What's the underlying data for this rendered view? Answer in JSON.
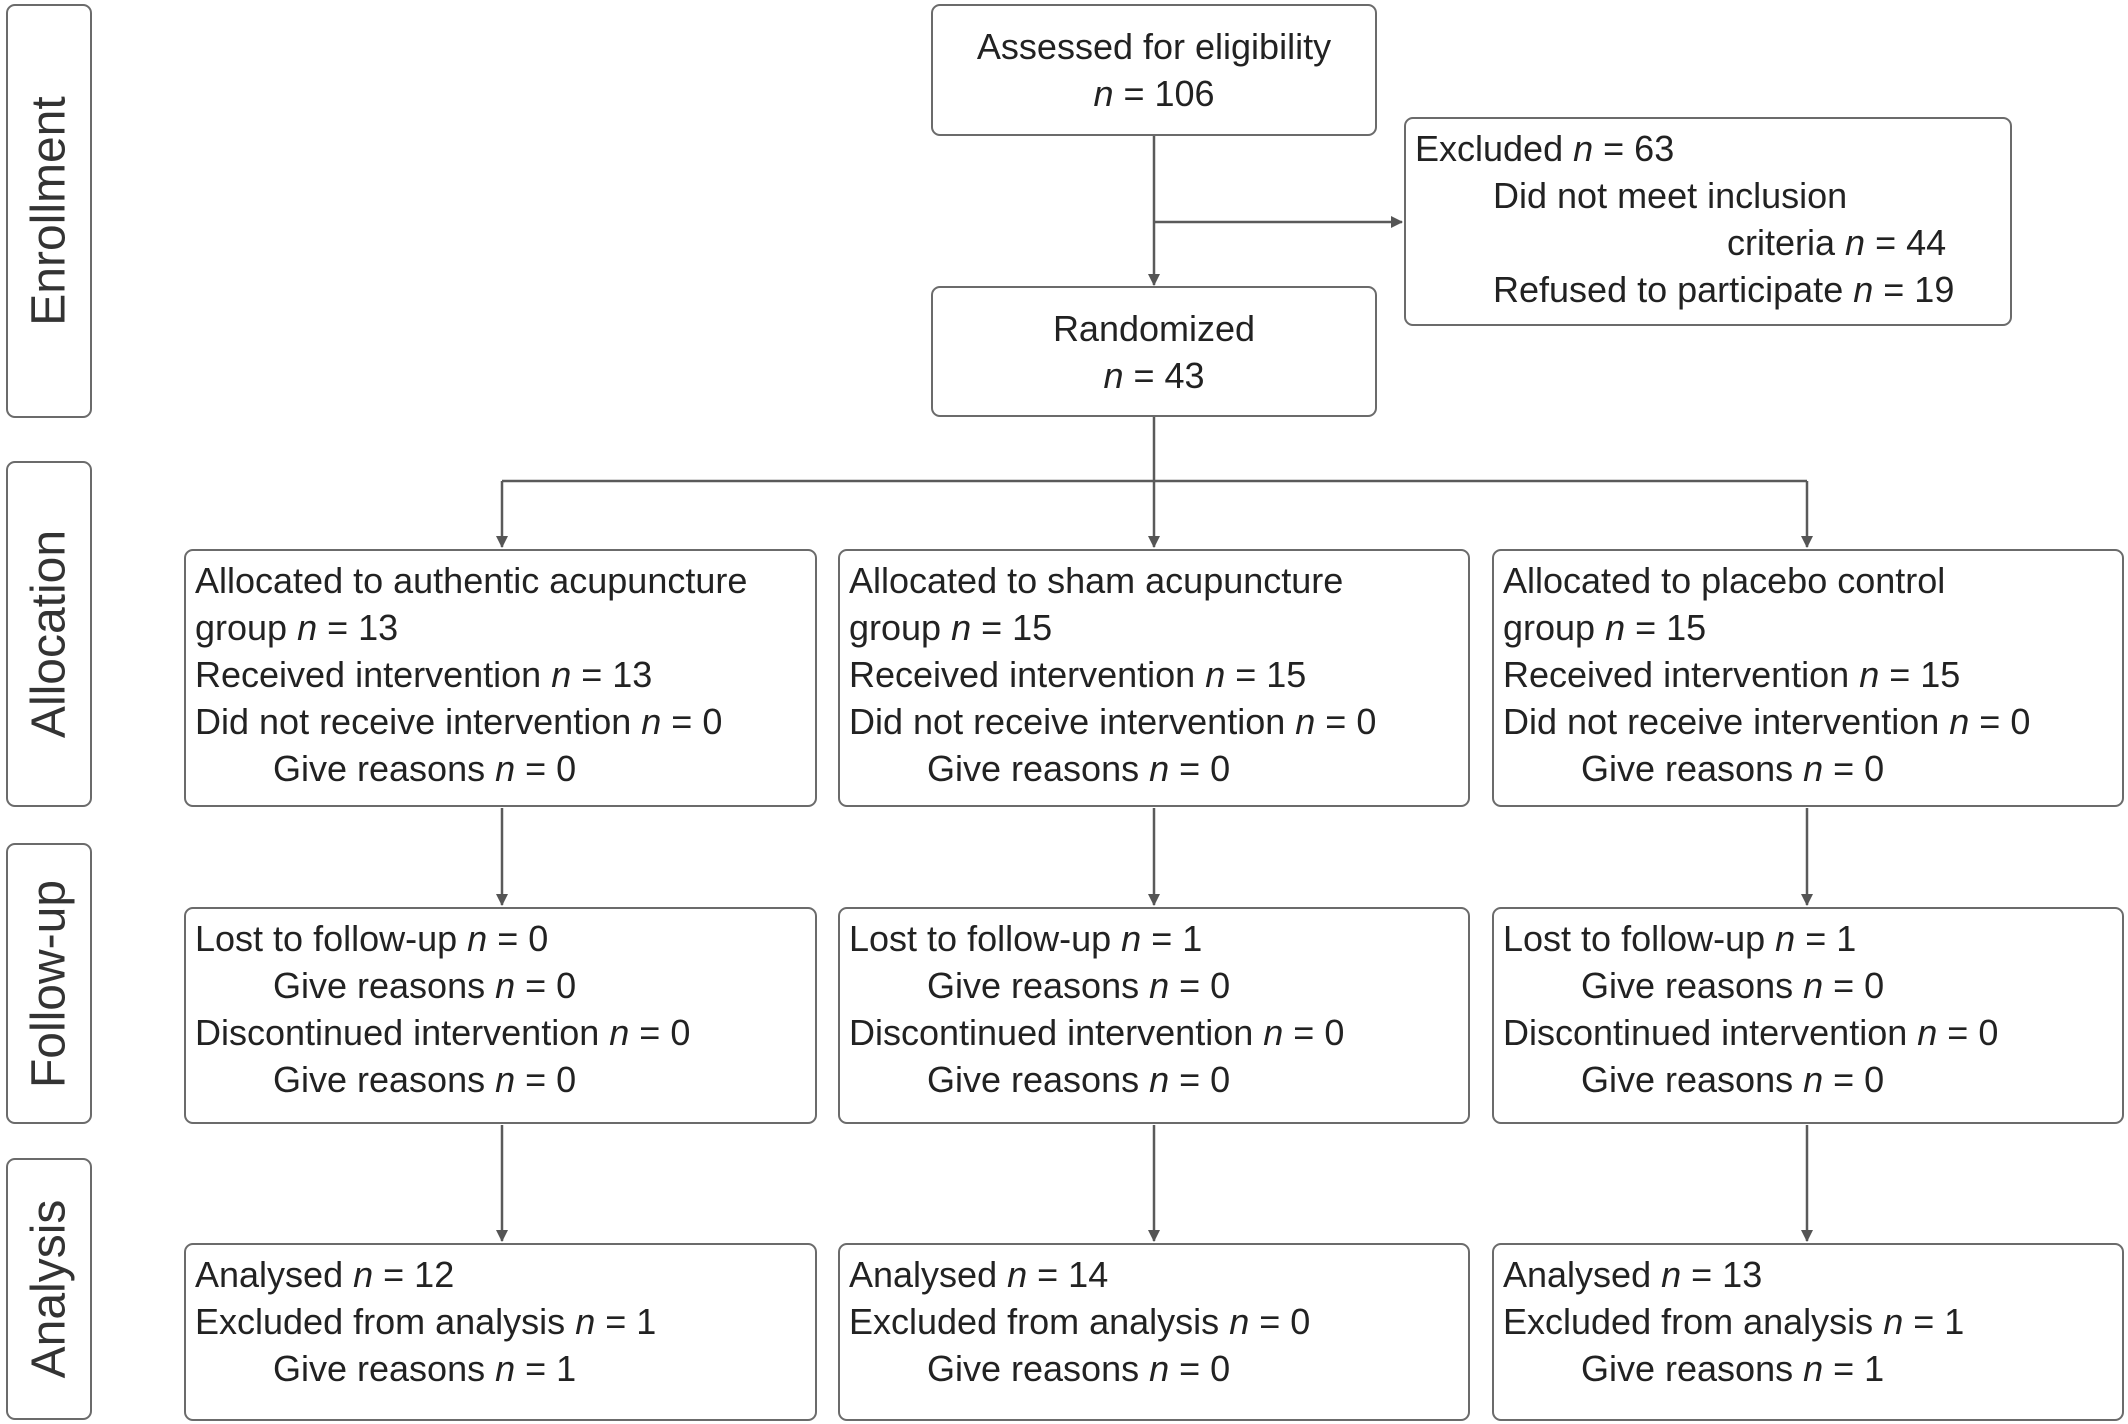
{
  "stages": {
    "enrollment": "Enrollment",
    "allocation": "Allocation",
    "followup": "Follow-up",
    "analysis": "Analysis"
  },
  "assessed": {
    "text": "Assessed for eligibility",
    "n_label": "n",
    "n_value": " = 106"
  },
  "excluded": {
    "title": "Excluded",
    "title_n": " = 63",
    "line1": "Did not meet inclusion",
    "line2": "criteria",
    "line2_n": " = 44",
    "line3": "Refused to participate",
    "line3_n": " = 19"
  },
  "randomized": {
    "text": "Randomized",
    "n_label": "n",
    "n_value": " = 43"
  },
  "n_symbol": "n",
  "groups": [
    {
      "allocation": {
        "line1": "Allocated to authentic acupuncture",
        "line2": "group",
        "line2_n": " = 13",
        "line3": "Received intervention",
        "line3_n": " = 13",
        "line4": "Did not receive intervention",
        "line4_n": " = 0",
        "line5": "Give reasons",
        "line5_n": " = 0"
      },
      "followup": {
        "line1": "Lost to follow-up",
        "line1_n": " = 0",
        "line2": "Give reasons",
        "line2_n": " = 0",
        "line3": "Discontinued intervention",
        "line3_n": " = 0",
        "line4": "Give reasons",
        "line4_n": " = 0"
      },
      "analysis": {
        "line1": "Analysed",
        "line1_n": " = 12",
        "line2": "Excluded from analysis",
        "line2_n": " = 1",
        "line3": "Give reasons",
        "line3_n": " = 1"
      }
    },
    {
      "allocation": {
        "line1": "Allocated to sham acupuncture",
        "line2": "group",
        "line2_n": " = 15",
        "line3": "Received intervention",
        "line3_n": " = 15",
        "line4": "Did not receive intervention",
        "line4_n": " = 0",
        "line5": "Give reasons",
        "line5_n": " = 0"
      },
      "followup": {
        "line1": "Lost to follow-up",
        "line1_n": " = 1",
        "line2": "Give reasons",
        "line2_n": " = 0",
        "line3": "Discontinued intervention",
        "line3_n": " = 0",
        "line4": "Give reasons",
        "line4_n": " = 0"
      },
      "analysis": {
        "line1": "Analysed",
        "line1_n": " = 14",
        "line2": "Excluded from analysis",
        "line2_n": " = 0",
        "line3": "Give reasons",
        "line3_n": " = 0"
      }
    },
    {
      "allocation": {
        "line1": "Allocated to placebo control",
        "line2": "group",
        "line2_n": " = 15",
        "line3": "Received intervention",
        "line3_n": " = 15",
        "line4": "Did not receive intervention",
        "line4_n": " = 0",
        "line5": "Give reasons",
        "line5_n": " = 0"
      },
      "followup": {
        "line1": "Lost to follow-up",
        "line1_n": " = 1",
        "line2": "Give reasons",
        "line2_n": " = 0",
        "line3": "Discontinued intervention",
        "line3_n": " = 0",
        "line4": "Give reasons",
        "line4_n": " = 0"
      },
      "analysis": {
        "line1": "Analysed",
        "line1_n": " = 13",
        "line2": "Excluded from analysis",
        "line2_n": " = 1",
        "line3": "Give reasons",
        "line3_n": " = 1"
      }
    }
  ]
}
